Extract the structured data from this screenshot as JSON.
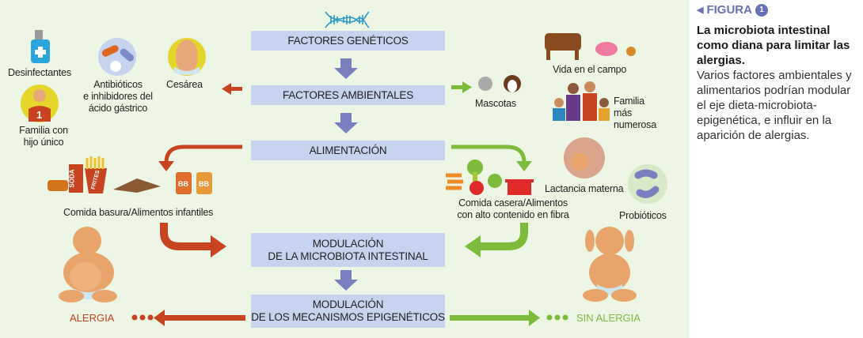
{
  "sidebar": {
    "figure_label": "FIGURA",
    "figure_number": "1",
    "title": "La microbiota intestinal como diana para limitar las alergias.",
    "description": "Varios factores ambientales y alimentarios podrían modular el eje dieta-microbiota-epigenética, e influir en la aparición de alergias."
  },
  "flow": {
    "box1": "FACTORES GENÉTICOS",
    "box2": "FACTORES AMBIENTALES",
    "box3": "ALIMENTACIÓN",
    "box4_line1": "MODULACIÓN",
    "box4_line2": "DE LA MICROBIOTA INTESTINAL",
    "box5_line1": "MODULACIÓN",
    "box5_line2": "DE LOS MECANISMOS EPIGENÉTICOS"
  },
  "negative": {
    "disinfectants": "Desinfectantes",
    "antibiotics_1": "Antibióticos",
    "antibiotics_2": "e inhibidores del",
    "antibiotics_3": "ácido gástrico",
    "cesarean": "Cesárea",
    "only_child_1": "Familia con",
    "only_child_2": "hijo único",
    "only_child_badge": "1",
    "junk_food": "Comida basura/Alimentos infantiles",
    "soda": "SODA",
    "frites": "FRITES",
    "bb": "BB",
    "outcome": "ALERGIA"
  },
  "positive": {
    "farm": "Vida en el campo",
    "pets": "Mascotas",
    "family_1": "Familia",
    "family_2": "más",
    "family_3": "numerosa",
    "breastfeeding": "Lactancia materna",
    "homemade_1": "Comida casera/Alimentos",
    "homemade_2": "con alto contenido en fibra",
    "probiotics": "Probióticos",
    "outcome": "SIN ALERGIA"
  },
  "colors": {
    "red": "#c8431f",
    "green": "#7dbb3b",
    "purple": "#7a7fc0",
    "box": "#c6d4ef",
    "bg": "#edf5e4"
  }
}
